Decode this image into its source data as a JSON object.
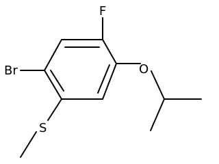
{
  "structure": {
    "atoms": {
      "fluorine": "F",
      "bromine": "Br",
      "oxygen": "O",
      "sulfur": "S"
    },
    "colors": {
      "ink": "#000000",
      "background": "#ffffff"
    }
  }
}
